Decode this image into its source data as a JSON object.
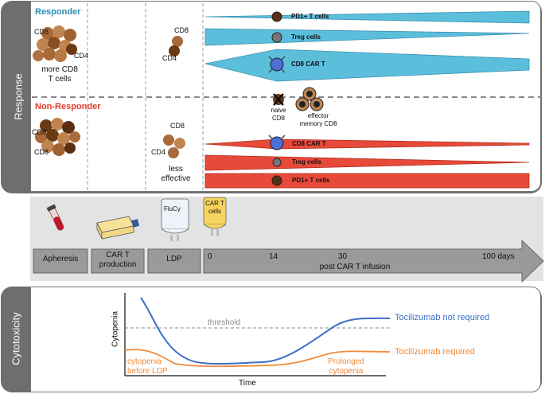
{
  "response_panel": {
    "side_label": "Response",
    "responder": {
      "title": "Responder",
      "title_color": "#2b8fb3",
      "cell_labels": [
        "CD8",
        "CD4",
        "CD8",
        "CD4"
      ],
      "caption": "more CD8\nT cells",
      "bars": [
        "PD1+ T cells",
        "Treg cells",
        "CD8 CAR T"
      ],
      "bar_color": "#5bbfdc"
    },
    "non_responder": {
      "title": "Non-Responder",
      "title_color": "#e0402f",
      "cell_labels": [
        "CD8",
        "CD8",
        "CD4"
      ],
      "caption": "less\neffective",
      "naive_label": "naive\nCD8",
      "effector_label": "effector\nmemory CD8",
      "bars": [
        "CD8 CAR T",
        "Treg cells",
        "PD1+ T cells"
      ],
      "bar_color": "#e84a3a"
    }
  },
  "timeline": {
    "steps": [
      "Apheresis",
      "CAR T\nproduction",
      "LDP"
    ],
    "bag1_label": "FluCy",
    "bag2_label": "CAR T\ncells",
    "ticks": [
      "0",
      "14",
      "30",
      "100 days"
    ],
    "axis_label": "post CAR T infusion"
  },
  "cytotoxicity_panel": {
    "side_label": "Cytotoxicity",
    "y_label": "Cytopenia",
    "x_label": "Time",
    "threshold_label": "threshold",
    "blue_label": "Tocilizumab not required",
    "orange_label": "Tocilizumab required",
    "note_left": "cytopenia\nbefore LDP",
    "note_right": "Prolonged\ncytopenia",
    "colors": {
      "blue": "#3b6fc9",
      "orange": "#f08a3a"
    }
  }
}
